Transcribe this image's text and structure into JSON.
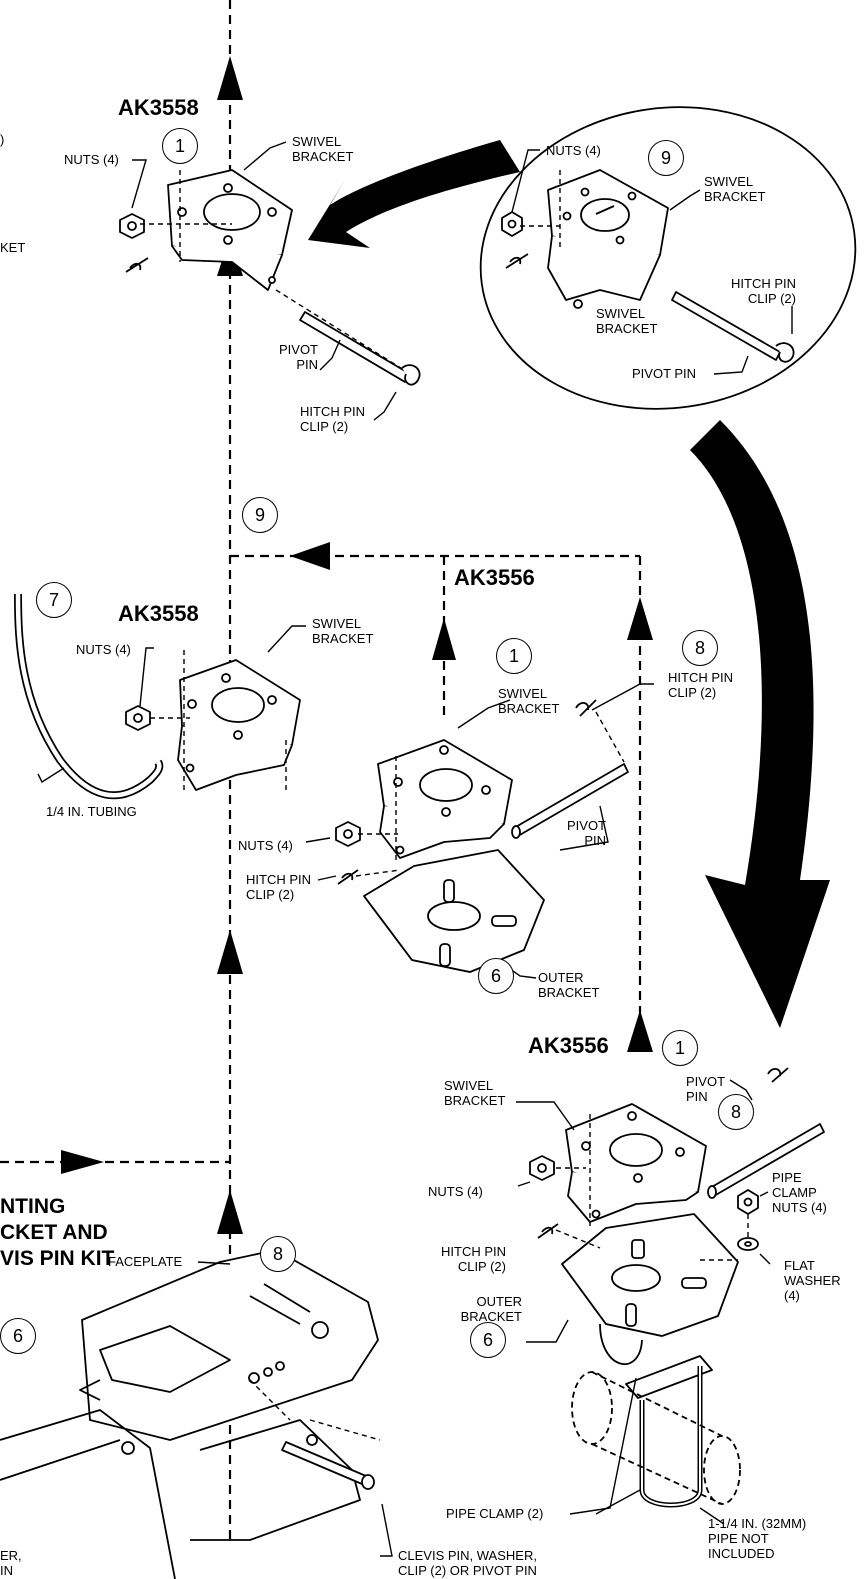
{
  "models": {
    "top_left": "AK3558",
    "mid_left": "AK3558",
    "mid_center": "AK3556",
    "bottom_right": "AK3556"
  },
  "callouts": {
    "c1_top": "1",
    "c9_circle": "9",
    "c9_mid": "9",
    "c7": "7",
    "c1_mid": "1",
    "c8_mid": "8",
    "c6_mid": "6",
    "c1_bottom": "1",
    "c8_right": "8",
    "c8_bottom": "8",
    "c6_bottom_left": "6",
    "c6_bottom_right": "6"
  },
  "labels": {
    "top_edge_paren": ")",
    "top_edge_ket": "KET",
    "nuts_top": "NUTS (4)",
    "swivel_top": "SWIVEL\nBRACKET",
    "pivot_top": "PIVOT\nPIN",
    "hitch_top": "HITCH PIN\nCLIP (2)",
    "circle_nuts": "NUTS (4)",
    "circle_swivel_upper": "SWIVEL\nBRACKET",
    "circle_swivel_lower": "SWIVEL\nBRACKET",
    "circle_hitch": "HITCH PIN\nCLIP (2)",
    "circle_pivot": "PIVOT PIN",
    "nuts_mid_left": "NUTS (4)",
    "swivel_mid_left": "SWIVEL\nBRACKET",
    "tubing": "1/4 IN. TUBING",
    "swivel_mid": "SWIVEL\nBRACKET",
    "hitch_mid_right": "HITCH PIN\nCLIP (2)",
    "nuts_mid": "NUTS (4)",
    "pivot_mid": "PIVOT\nPIN",
    "hitch_mid_left": "HITCH PIN\nCLIP (2)",
    "outer_mid": "OUTER\nBRACKET",
    "mounting_kit": "NTING\nCKET AND\nVIS PIN KIT",
    "faceplate": "FACEPLATE",
    "clevis": "CLEVIS PIN, WASHER,\nCLIP (2) OR PIVOT PIN",
    "bottom_left_cut": "ER,\nIN",
    "swivel_bottom": "SWIVEL\nBRACKET",
    "pivot_bottom": "PIVOT\nPIN",
    "nuts_bottom": "NUTS (4)",
    "pipe_clamp_nuts": "PIPE\nCLAMP\nNUTS (4)",
    "hitch_bottom": "HITCH PIN\nCLIP (2)",
    "flat_washer": "FLAT\nWASHER\n(4)",
    "outer_bottom": "OUTER\nBRACKET",
    "pipe_clamp": "PIPE CLAMP (2)",
    "pipe": "1-1/4 IN. (32MM)\nPIPE NOT\nINCLUDED"
  }
}
